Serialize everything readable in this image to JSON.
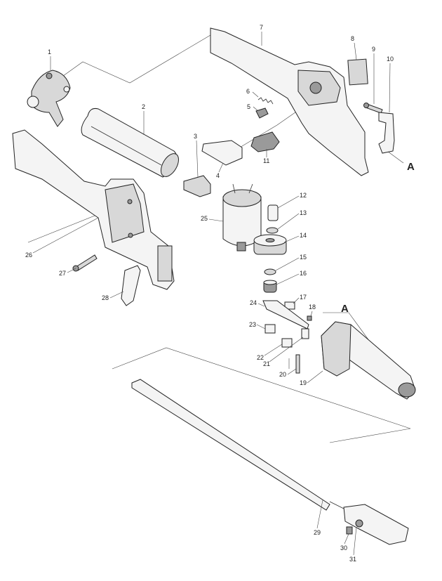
{
  "labels": {
    "p1": "1",
    "p2": "2",
    "p3": "3",
    "p4": "4",
    "p5": "5",
    "p6": "6",
    "p7": "7",
    "p8": "8",
    "p9": "9",
    "p10": "10",
    "p11": "11",
    "p12": "12",
    "p13": "13",
    "p14": "14",
    "p15": "15",
    "p16": "16",
    "p17": "17",
    "p18": "18",
    "p19": "19",
    "p20": "20",
    "p21": "21",
    "p22": "22",
    "p23": "23",
    "p24": "24",
    "p25": "25",
    "p26": "26",
    "p27": "27",
    "p28": "28",
    "p29": "29",
    "p30": "30",
    "p31": "31"
  },
  "refs": {
    "a_top": "A",
    "a_bottom": "A"
  }
}
